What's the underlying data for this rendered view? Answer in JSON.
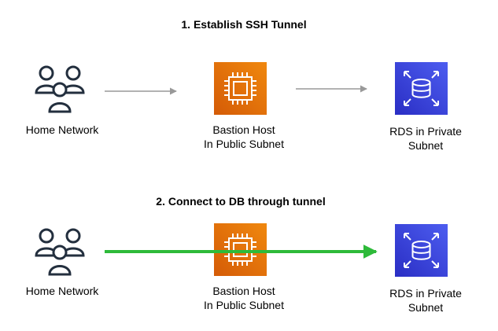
{
  "steps": [
    {
      "title": "1. Establish SSH Tunnel",
      "nodes": [
        {
          "label_lines": [
            "Home Network"
          ],
          "icon": "users-icon"
        },
        {
          "label_lines": [
            "Bastion Host",
            "In Public Subnet"
          ],
          "icon": "ec2-instance-icon"
        },
        {
          "label_lines": [
            "RDS in Private",
            "Subnet"
          ],
          "icon": "rds-database-icon"
        }
      ],
      "arrow_color": "#999999"
    },
    {
      "title": "2. Connect to DB through tunnel",
      "nodes": [
        {
          "label_lines": [
            "Home Network"
          ],
          "icon": "users-icon"
        },
        {
          "label_lines": [
            "Bastion Host",
            "In Public Subnet"
          ],
          "icon": "ec2-instance-icon"
        },
        {
          "label_lines": [
            "RDS in Private",
            "Subnet"
          ],
          "icon": "rds-database-icon"
        }
      ],
      "arrow_color": "#2EBA3A"
    }
  ],
  "colors": {
    "ec2_gradient_top": "#F0880E",
    "ec2_gradient_bottom": "#D45B07",
    "rds_gradient_top": "#4D5DF0",
    "rds_gradient_bottom": "#2A2EC4",
    "users_stroke": "#232F3E"
  }
}
